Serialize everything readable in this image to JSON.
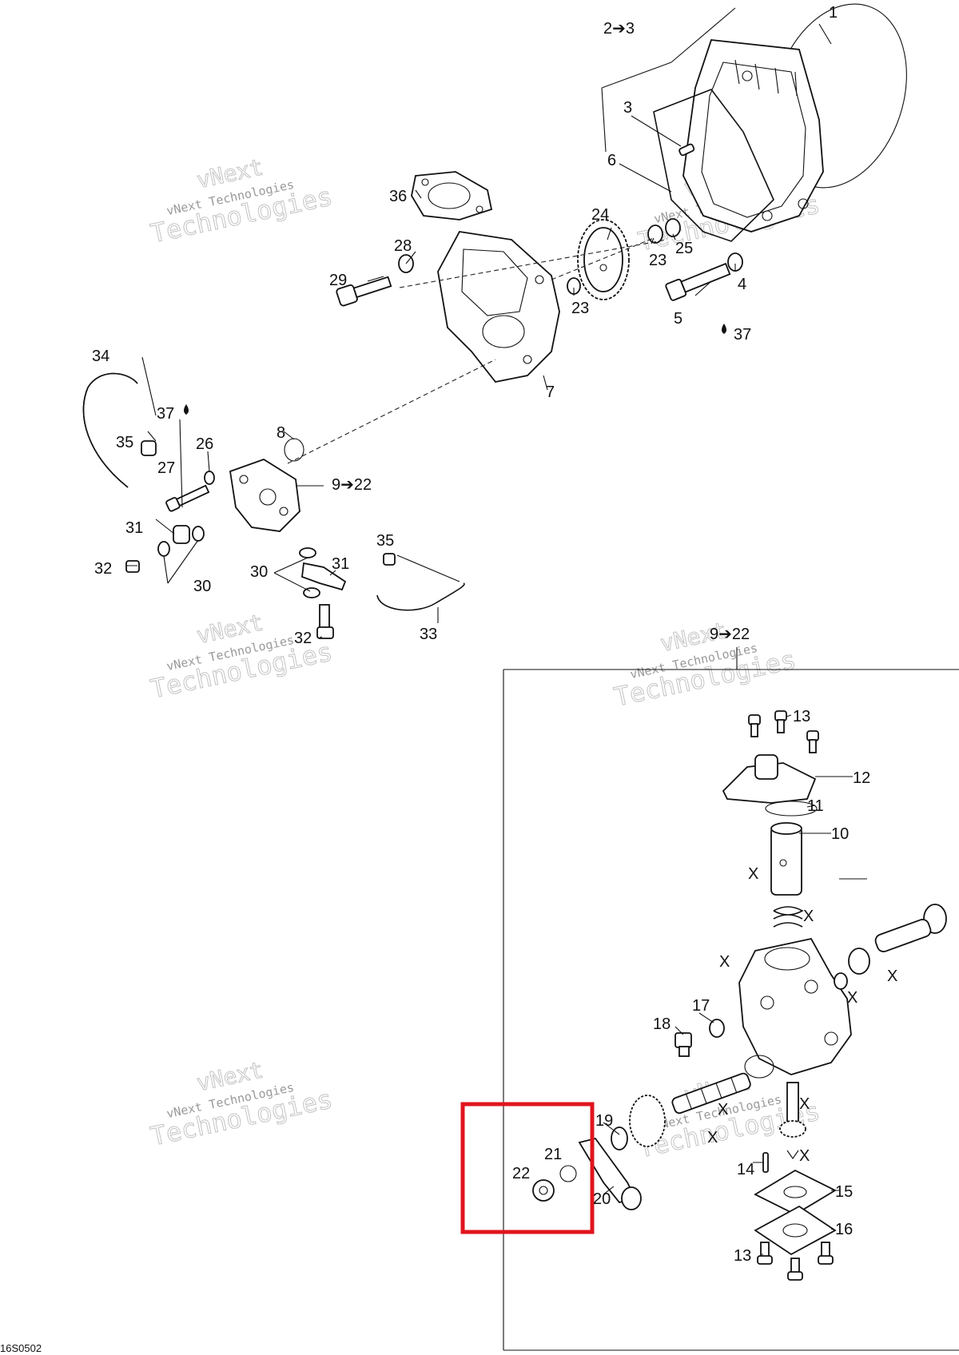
{
  "callouts": [
    {
      "id": "c1",
      "text": "1"
    },
    {
      "id": "c2",
      "text": "2➔3"
    },
    {
      "id": "c3",
      "text": "3"
    },
    {
      "id": "c6",
      "text": "6"
    },
    {
      "id": "c36",
      "text": "36"
    },
    {
      "id": "c24",
      "text": "24"
    },
    {
      "id": "c23a",
      "text": "23"
    },
    {
      "id": "c25",
      "text": "25"
    },
    {
      "id": "c28",
      "text": "28"
    },
    {
      "id": "c29",
      "text": "29"
    },
    {
      "id": "c23b",
      "text": "23"
    },
    {
      "id": "c4",
      "text": "4"
    },
    {
      "id": "c5",
      "text": "5"
    },
    {
      "id": "c37a",
      "text": "37"
    },
    {
      "id": "c7",
      "text": "7"
    },
    {
      "id": "c34",
      "text": "34"
    },
    {
      "id": "c37b",
      "text": "37"
    },
    {
      "id": "c35a",
      "text": "35"
    },
    {
      "id": "c26",
      "text": "26"
    },
    {
      "id": "c8",
      "text": "8"
    },
    {
      "id": "c27",
      "text": "27"
    },
    {
      "id": "c9a",
      "text": "9➔22"
    },
    {
      "id": "c31a",
      "text": "31"
    },
    {
      "id": "c32a",
      "text": "32"
    },
    {
      "id": "c30a",
      "text": "30"
    },
    {
      "id": "c35b",
      "text": "35"
    },
    {
      "id": "c30b",
      "text": "30"
    },
    {
      "id": "c31b",
      "text": "31"
    },
    {
      "id": "c33",
      "text": "33"
    },
    {
      "id": "c32b",
      "text": "32"
    },
    {
      "id": "c9b",
      "text": "9➔22"
    },
    {
      "id": "c13a",
      "text": "13"
    },
    {
      "id": "c12",
      "text": "12"
    },
    {
      "id": "c11",
      "text": "11"
    },
    {
      "id": "c10",
      "text": "10"
    },
    {
      "id": "x1",
      "text": "X"
    },
    {
      "id": "x2",
      "text": "X"
    },
    {
      "id": "x3",
      "text": "X"
    },
    {
      "id": "x4",
      "text": "X"
    },
    {
      "id": "x5",
      "text": "X"
    },
    {
      "id": "c17",
      "text": "17"
    },
    {
      "id": "c18",
      "text": "18"
    },
    {
      "id": "x6",
      "text": "X"
    },
    {
      "id": "x7",
      "text": "X"
    },
    {
      "id": "c19",
      "text": "19"
    },
    {
      "id": "c21",
      "text": "21"
    },
    {
      "id": "c22",
      "text": "22"
    },
    {
      "id": "c20",
      "text": "20"
    },
    {
      "id": "x8",
      "text": "X"
    },
    {
      "id": "x9",
      "text": "X"
    },
    {
      "id": "c14",
      "text": "14"
    },
    {
      "id": "c15",
      "text": "15"
    },
    {
      "id": "c16",
      "text": "16"
    },
    {
      "id": "c13b",
      "text": "13"
    }
  ],
  "watermark": {
    "line1": "vNext",
    "line2": "vNext Technologies",
    "line3": "Technologies"
  },
  "drawing_code": "16S0502",
  "colors": {
    "ink": "#111111",
    "highlight": "#e0141e",
    "watermark": "#bdbdbd"
  }
}
